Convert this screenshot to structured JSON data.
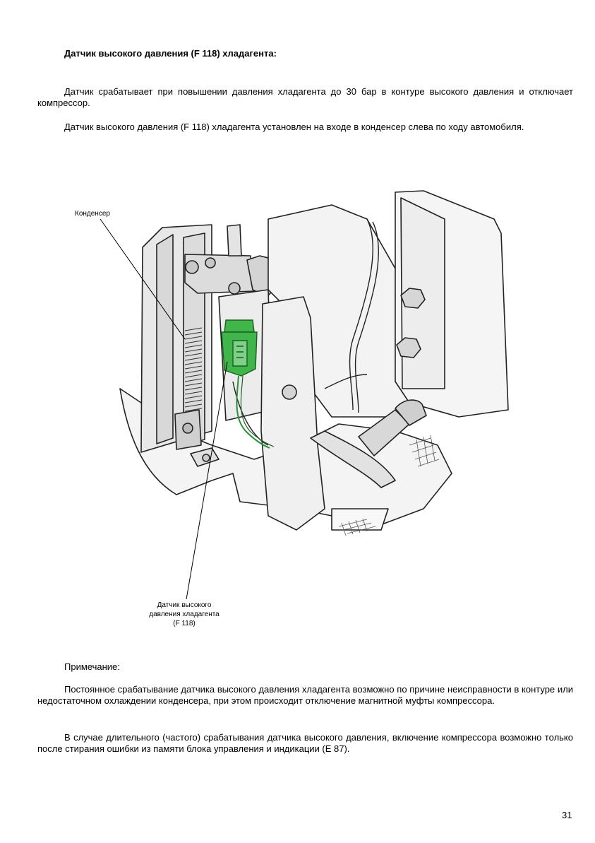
{
  "document": {
    "heading": "Датчик высокого давления (F 118) хладагента:",
    "paragraph_1": "Датчик срабатывает при повышении давления хладагента до 30 бар в контуре высокого давления и отключает компрессор.",
    "paragraph_2": "Датчик высокого давления (F 118) хладагента установлен на входе в конденсер слева по ходу автомобиля.",
    "figure": {
      "label_condenser": "Конденсер",
      "label_sensor_line1": "Датчик высокого",
      "label_sensor_line2": "давления хладагента",
      "label_sensor_line3": "(F 118)",
      "sensor_color": "#3fb54a"
    },
    "note_title": "Примечание:",
    "paragraph_3": "Постоянное срабатывание датчика высокого давления хладагента возможно по причине неисправности в контуре или недостаточном охлаждении конденсера, при этом происходит отключение магнитной муфты компрессора.",
    "paragraph_4": "В случае длительного (частого) срабатывания датчика высокого давления, включение компрессора возможно только после стирания ошибки из памяти блока управления и индикации (Е 87).",
    "page_number": "31"
  }
}
